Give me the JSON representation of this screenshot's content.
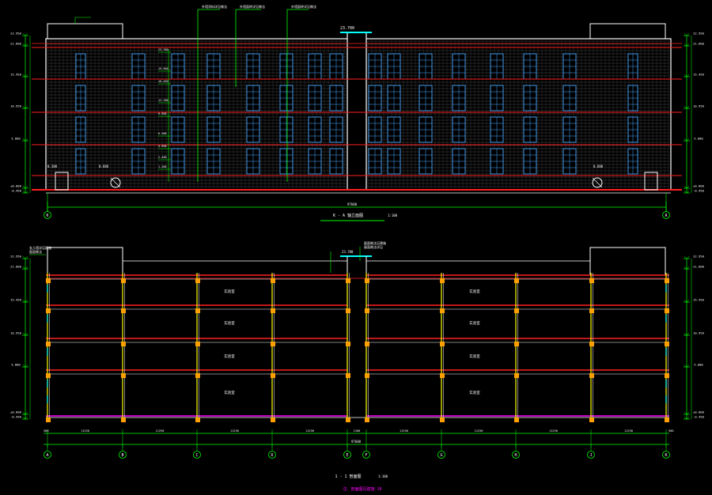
{
  "drawing": {
    "elevation": {
      "title": "K - A 轴立面图",
      "scale": "1:100",
      "total_dim": "97600",
      "axis_left": "K",
      "axis_right": "A",
      "top_notes": [
        "外墙涂料详见做法",
        "外墙面砖详见做法",
        "外墙面砖详见做法"
      ],
      "side_labels": [
        "22.950",
        "21.600",
        "15.450",
        "10.950",
        "5.800",
        "±0.000",
        "-0.450"
      ],
      "right_side_labels": [
        "22.950",
        "21.600",
        "15.450",
        "10.950",
        "5.800",
        "±0.000",
        "-0.450"
      ],
      "stair_level": "23.700",
      "small_levels": [
        "0.300",
        "0.600"
      ]
    },
    "section": {
      "title": "1 - 1 剖面图",
      "scale": "1:100",
      "footnote": "注：剖面图见建施-10",
      "total_dim": "97600",
      "room_label": "实验室",
      "bay_dims": [
        "11250",
        "11250",
        "11250",
        "11250",
        "2100",
        "11250",
        "11250",
        "11250",
        "11250"
      ],
      "edge_dim": "500",
      "axes": [
        "A",
        "B",
        "C",
        "D",
        "E",
        "F",
        "G",
        "H",
        "J",
        "K"
      ],
      "notes_left": [
        "女儿墙详见建施",
        "屋面做法"
      ],
      "notes_top": [
        "23.700",
        "屋面做法见建施",
        "屋面做法详见"
      ],
      "side_labels": [
        "22.950",
        "21.600",
        "15.450",
        "10.950",
        "5.800",
        "±0.000",
        "-0.450"
      ],
      "right_side_labels": [
        "22.950",
        "21.600",
        "15.450",
        "10.950",
        "5.800",
        "±0.000",
        "-0.450"
      ]
    },
    "colors": {
      "line": "#ffffff",
      "red": "#ff2020",
      "green": "#00ff00",
      "cyan": "#00ffff",
      "yellow": "#ffff00",
      "magenta": "#ff00ff",
      "orange": "#ffa000",
      "window": "#4aa8ff"
    }
  }
}
